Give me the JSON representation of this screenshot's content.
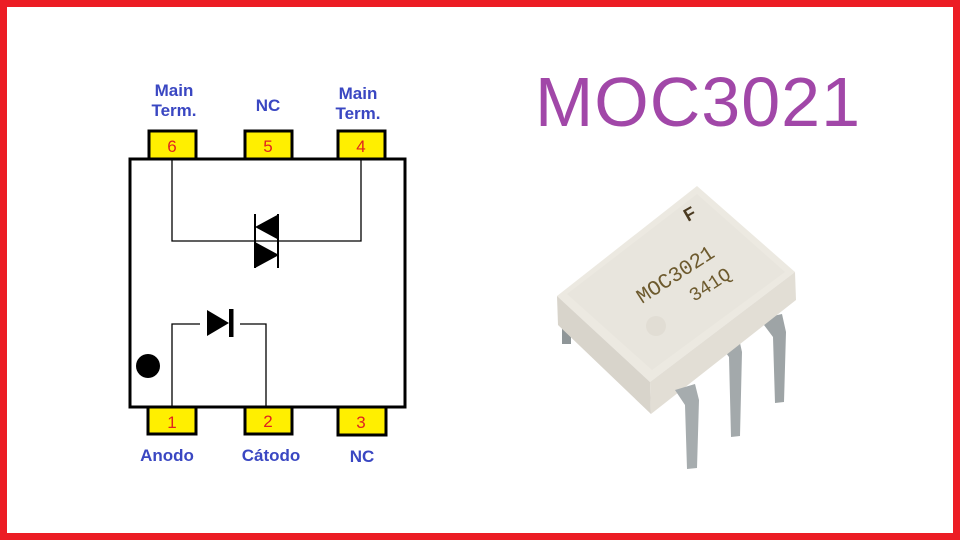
{
  "title": "MOC3021",
  "pins": [
    {
      "number": "1",
      "label": "Anodo"
    },
    {
      "number": "2",
      "label": "Cátodo"
    },
    {
      "number": "3",
      "label": "NC"
    },
    {
      "number": "4",
      "label": "Main Term."
    },
    {
      "number": "5",
      "label": "NC"
    },
    {
      "number": "6",
      "label": "Main Term."
    }
  ],
  "chip_marking": {
    "line1": "MOC3021",
    "line2": "341Q",
    "logo": "F"
  },
  "colors": {
    "border": "#ec1c24",
    "pin_fill": "#ffef00",
    "pin_number": "#e0231f",
    "label": "#3a47c2",
    "title": "#a147a8"
  }
}
